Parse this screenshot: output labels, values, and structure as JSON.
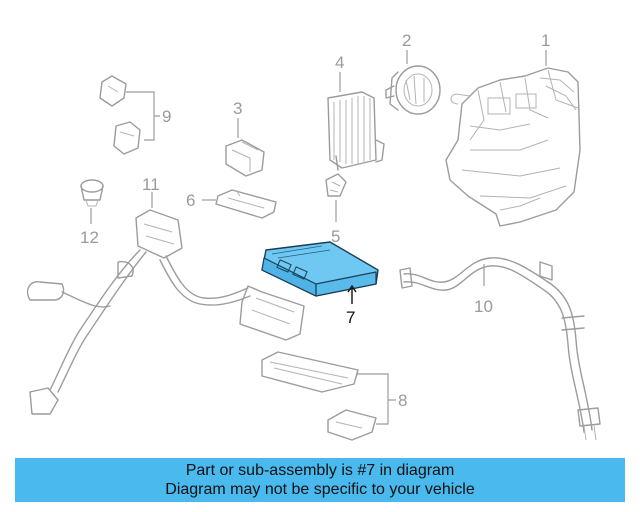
{
  "callouts": [
    "1",
    "2",
    "3",
    "4",
    "5",
    "6",
    "7",
    "8",
    "9",
    "10",
    "11",
    "12"
  ],
  "highlighted_part": "7",
  "colors": {
    "highlight": "#49b9ee",
    "part_highlight_fill": "#6ec8f2",
    "line": "#9c9c9c",
    "banner": "#49b9ee"
  },
  "banner": {
    "line1": "Part or sub-assembly is #7 in diagram",
    "line2": "Diagram may not be specific to your vehicle"
  }
}
